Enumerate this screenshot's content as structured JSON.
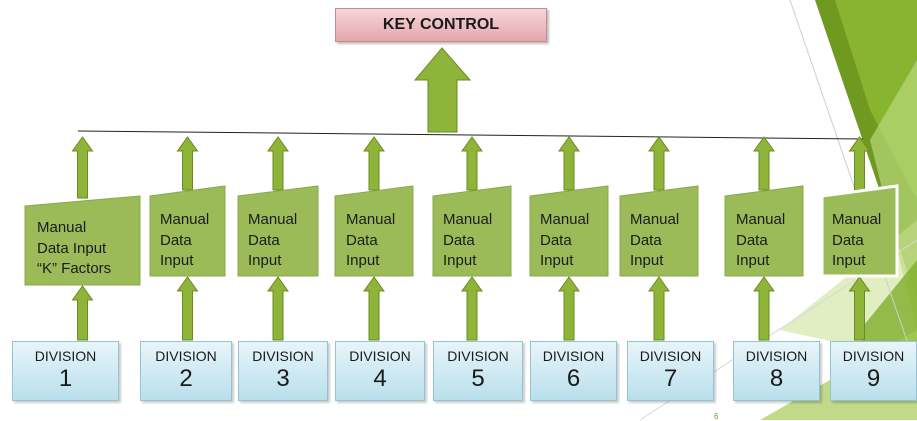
{
  "title": "KEY CONTROL",
  "cards": [
    {
      "lines": [
        "Manual",
        "Data Input",
        "“K” Factors"
      ]
    },
    {
      "lines": [
        "Manual",
        "Data",
        "Input"
      ]
    },
    {
      "lines": [
        "Manual",
        "Data",
        "Input"
      ]
    },
    {
      "lines": [
        "Manual",
        "Data",
        "Input"
      ]
    },
    {
      "lines": [
        "Manual",
        "Data",
        "Input"
      ]
    },
    {
      "lines": [
        "Manual",
        "Data",
        "Input"
      ]
    },
    {
      "lines": [
        "Manual",
        "Data",
        "Input"
      ]
    },
    {
      "lines": [
        "Manual",
        "Data",
        "Input"
      ]
    },
    {
      "lines": [
        "Manual",
        "Data",
        "Input"
      ]
    }
  ],
  "divisions": [
    {
      "label": "DIVISION",
      "number": "1"
    },
    {
      "label": "DIVISION",
      "number": "2"
    },
    {
      "label": "DIVISION",
      "number": "3"
    },
    {
      "label": "DIVISION",
      "number": "4"
    },
    {
      "label": "DIVISION",
      "number": "5"
    },
    {
      "label": "DIVISION",
      "number": "6"
    },
    {
      "label": "DIVISION",
      "number": "7"
    },
    {
      "label": "DIVISION",
      "number": "8"
    },
    {
      "label": "DIVISION",
      "number": "9"
    }
  ],
  "slide_number": "6",
  "colors": {
    "card_green": "#9bbb59",
    "arrow_green": "#8fb43a",
    "title_pink": "#e3a7ad",
    "division_blue": "#b9dfec",
    "accent_green": "#7ab800"
  }
}
